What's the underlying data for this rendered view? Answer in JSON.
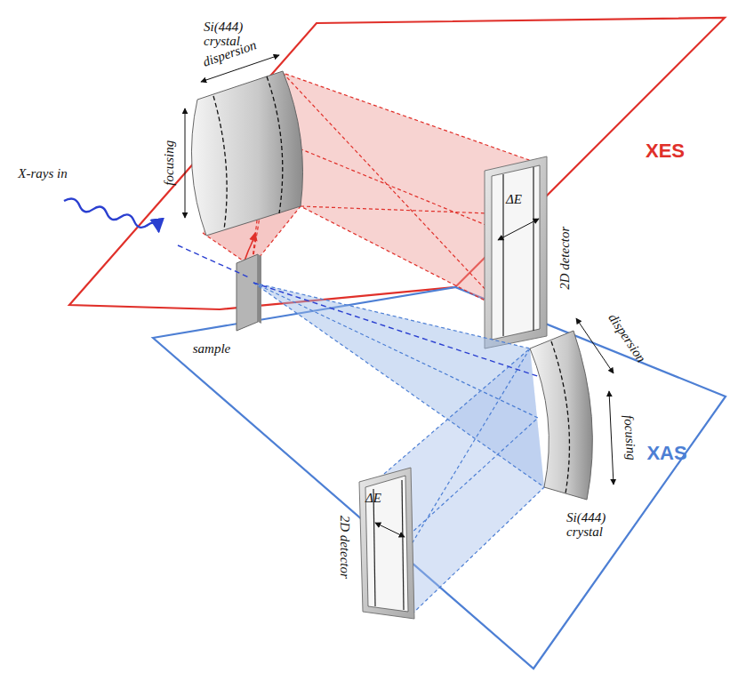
{
  "diagram": {
    "labels": [
      "Si(444) crystal",
      "dispersion",
      "focusing",
      "ΔE",
      "2D detector",
      "XES",
      "X-rays in",
      "sample",
      "dispersion",
      "focusing",
      "XAS",
      "ΔE",
      "Si(444) crystal",
      "2D detector"
    ]
  }
}
